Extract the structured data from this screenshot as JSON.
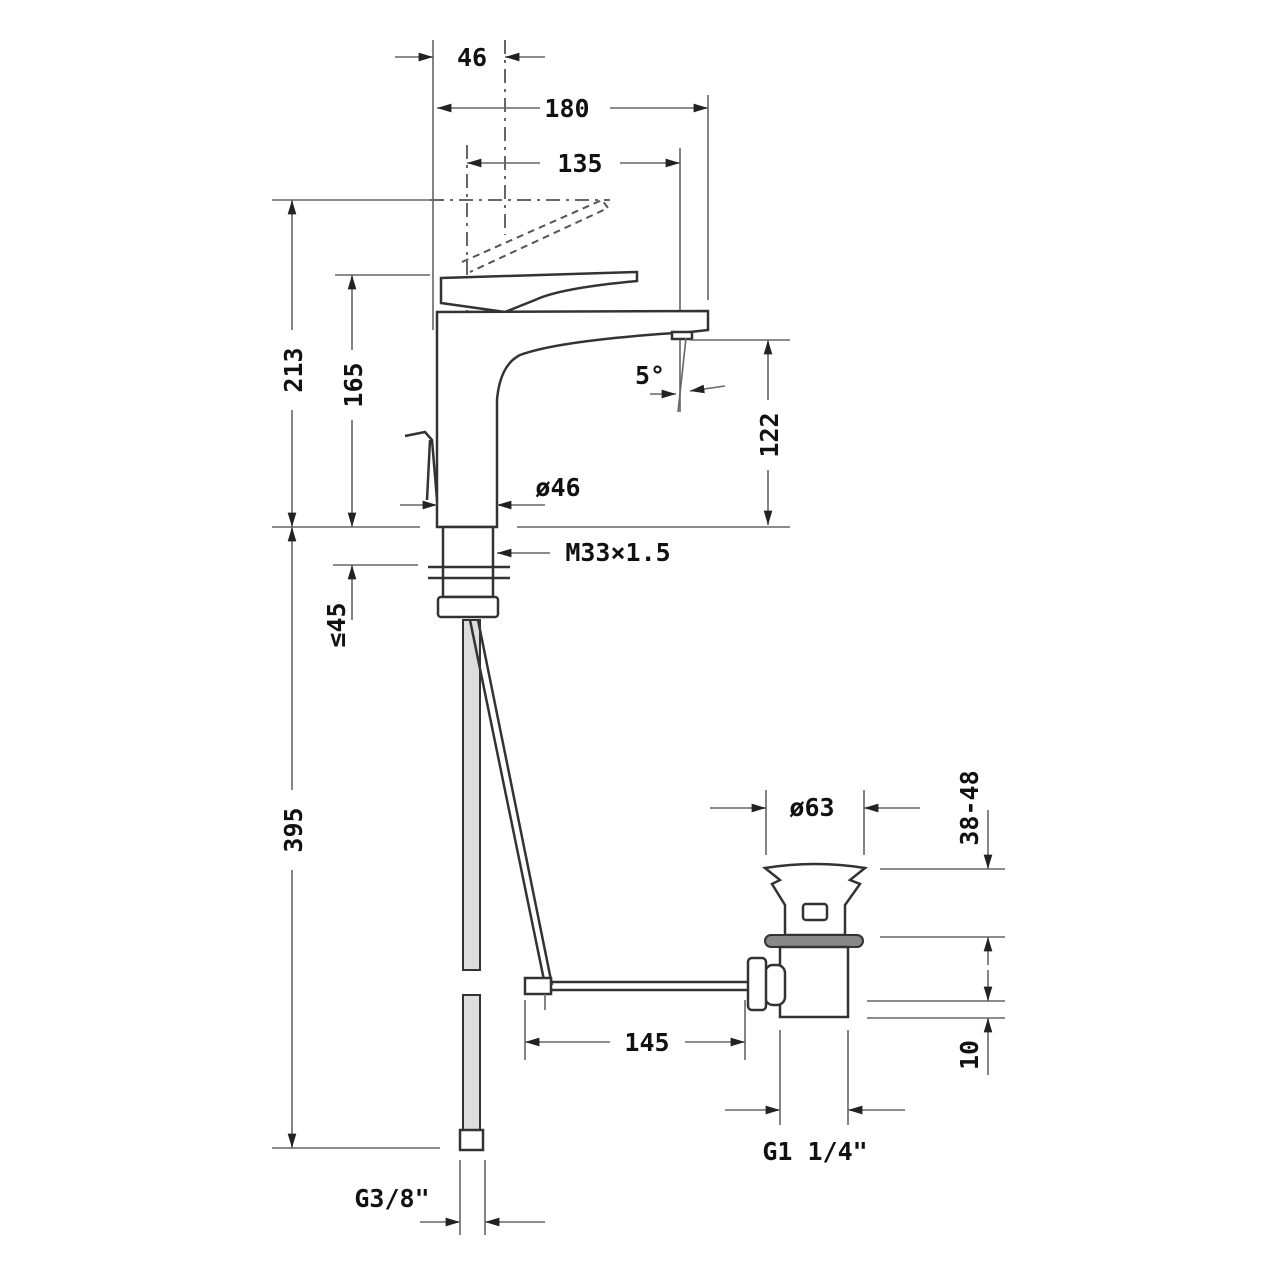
{
  "drawing": {
    "title": "Basin mixer with pop-up waste - dimensional drawing",
    "dimensions": {
      "lever_offset": "46",
      "total_depth": "180",
      "spout_projection": "135",
      "total_height": "213",
      "body_height": "165",
      "spout_angle": "5°",
      "spout_outlet_height": "122",
      "body_diameter": "ø46",
      "thread": "M33×1.5",
      "max_deck_thickness": "≤45",
      "hose_length": "395",
      "waste_diameter": "ø63",
      "waste_range": "38-48",
      "rod_length": "145",
      "waste_offset": "10",
      "waste_thread": "G1 1/4\"",
      "hose_thread": "G3/8\""
    }
  }
}
